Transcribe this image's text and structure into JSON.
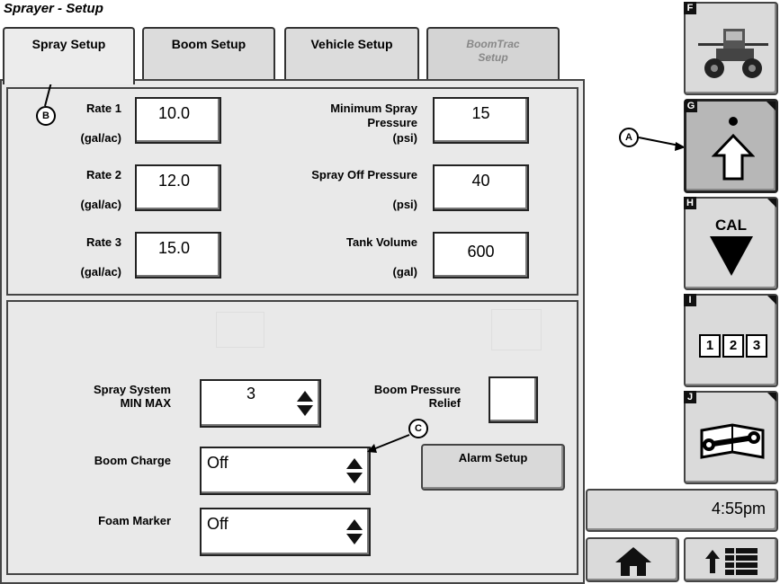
{
  "header": {
    "title": "Sprayer - Setup"
  },
  "tabs": [
    {
      "label": "Spray Setup"
    },
    {
      "label": "Boom Setup"
    },
    {
      "label": "Vehicle Setup"
    },
    {
      "label_line1": "BoomTrac",
      "label_line2": "Setup"
    }
  ],
  "rates": [
    {
      "label": "Rate 1",
      "unit": "(gal/ac)",
      "value": "10.0"
    },
    {
      "label": "Rate 2",
      "unit": "(gal/ac)",
      "value": "12.0"
    },
    {
      "label": "Rate 3",
      "unit": "(gal/ac)",
      "value": "15.0"
    }
  ],
  "pressures": {
    "min_spray": {
      "line1": "Minimum Spray",
      "line2": "Pressure",
      "unit": "(psi)",
      "value": "15"
    },
    "spray_off": {
      "label": "Spray Off Pressure",
      "unit": "(psi)",
      "value": "40"
    },
    "tank": {
      "label": "Tank Volume",
      "unit": "(gal)",
      "value": "600"
    }
  },
  "lower": {
    "spray_system": {
      "line1": "Spray System",
      "line2": "MIN MAX",
      "value": "3"
    },
    "boom_pressure_relief": {
      "line1": "Boom Pressure",
      "line2": "Relief"
    },
    "boom_charge": {
      "label": "Boom Charge",
      "value": "Off"
    },
    "foam_marker": {
      "label": "Foam Marker",
      "value": "Off"
    },
    "alarm_setup": {
      "label": "Alarm Setup"
    }
  },
  "callouts": {
    "a": "A",
    "b": "B",
    "c": "C"
  },
  "side_buttons": [
    {
      "key": "F",
      "icon": "sprayer-machine-icon"
    },
    {
      "key": "G",
      "icon": "up-arrow-icon"
    },
    {
      "key": "H",
      "label": "CAL",
      "icon": "down-triangle-icon"
    },
    {
      "key": "I",
      "icon": "numeric-keypad-icon",
      "digits": [
        "1",
        "2",
        "3"
      ]
    },
    {
      "key": "J",
      "icon": "wrench-book-icon"
    }
  ],
  "clock": "4:55pm",
  "bottom_buttons": {
    "home": "home-icon",
    "menu": "up-menu-icon"
  },
  "colors": {
    "background": "#e9e9e9",
    "border": "#444444",
    "button": "#d9d9d9",
    "active_side": "#b7b7b7"
  }
}
